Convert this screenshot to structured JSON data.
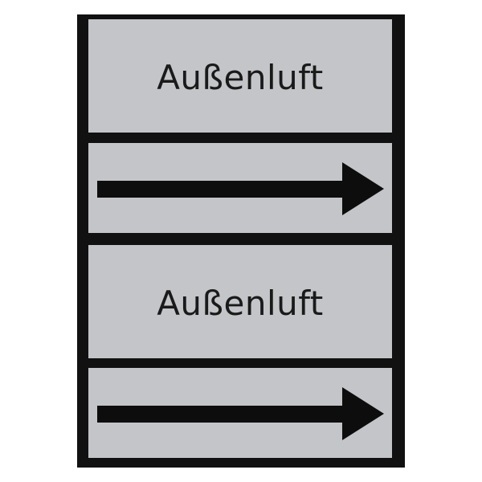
{
  "sign": {
    "panels": [
      {
        "kind": "text",
        "label": "Außenluft"
      },
      {
        "kind": "arrow",
        "direction": "right",
        "icon": "arrow-right-icon"
      },
      {
        "kind": "text",
        "label": "Außenluft"
      },
      {
        "kind": "arrow",
        "direction": "right",
        "icon": "arrow-right-icon"
      }
    ],
    "colors": {
      "background": "#c3c5c8",
      "border": "#111111",
      "text": "#1a1a1a",
      "arrow": "#0d0d0d"
    }
  }
}
